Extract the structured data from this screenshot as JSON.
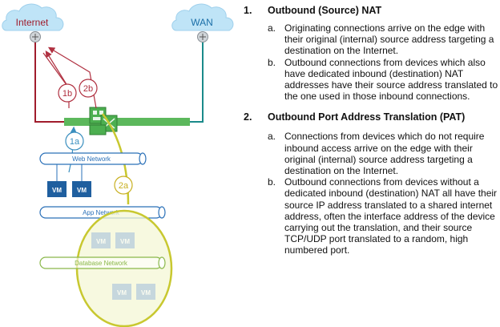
{
  "diagram": {
    "clouds": [
      {
        "label": "Internet",
        "color": "#a01c2c"
      },
      {
        "label": "WAN",
        "color": "#1b6fa8"
      }
    ],
    "networks": [
      {
        "label": "Web Network",
        "color": "#2a70b8"
      },
      {
        "label": "App Network",
        "color": "#2a70b8"
      },
      {
        "label": "Database Network",
        "color": "#8ab84a"
      }
    ],
    "vm_label": "VM",
    "callouts": [
      {
        "label": "1a",
        "color": "#3a8fbf"
      },
      {
        "label": "1b",
        "color": "#b03040"
      },
      {
        "label": "2a",
        "color": "#c8b020"
      },
      {
        "label": "2b",
        "color": "#b03040"
      }
    ],
    "colors": {
      "internet_link": "#a01c2c",
      "wan_link": "#1a8a8a",
      "edge_bar": "#5cb85c",
      "highlight": "#c8c830",
      "vm_box": "#1f5f9f",
      "cloud_fill": "#bfe4f7"
    }
  },
  "sections": [
    {
      "number": "1.",
      "title": "Outbound (Source) NAT",
      "items": [
        {
          "letter": "a.",
          "text": "Originating connections arrive on the edge with their original (internal) source address targeting a destination on the Internet."
        },
        {
          "letter": "b.",
          "text": "Outbound connections from devices which also have dedicated inbound (destination) NAT addresses have their source address translated to the one used in those inbound connections."
        }
      ]
    },
    {
      "number": "2.",
      "title": "Outbound Port Address Translation (PAT)",
      "items": [
        {
          "letter": "a.",
          "text": "Connections from devices which do not require inbound access arrive on the edge with their original (internal) source address targeting a destination on the Internet."
        },
        {
          "letter": "b.",
          "text": "Outbound connections from devices without a dedicated inbound (destination) NAT all have their source IP address translated to a shared internet address, often the interface address of the device carrying out the translation, and their source TCP/UDP port translated to a random, high numbered port."
        }
      ]
    }
  ]
}
